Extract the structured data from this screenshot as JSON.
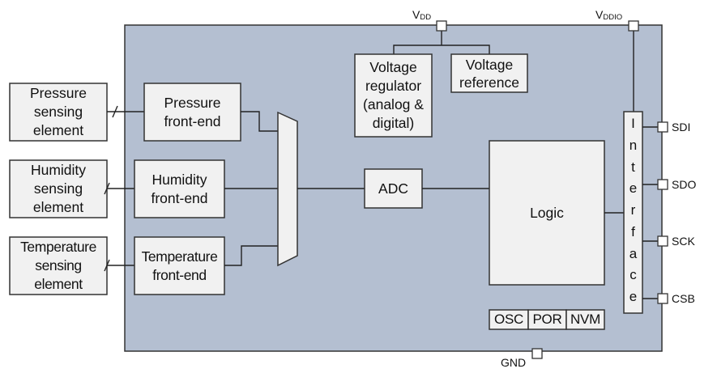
{
  "diagram": {
    "title": "",
    "colors": {
      "chip_fill": "#b4bfd1",
      "block_fill": "#f1f1f1",
      "line": "#222222",
      "pad_fill": "#ffffff"
    },
    "sensing_elements": [
      {
        "id": "pressure-sensing-element",
        "label": "Pressure\nsensing\nelement"
      },
      {
        "id": "humidity-sensing-element",
        "label": "Humidity\nsensing\nelement"
      },
      {
        "id": "temperature-sensing-element",
        "label": "Temperature\nsensing\nelement"
      }
    ],
    "front_ends": [
      {
        "id": "pressure-front-end",
        "label": "Pressure\nfront-end"
      },
      {
        "id": "humidity-front-end",
        "label": "Humidity\nfront-end"
      },
      {
        "id": "temperature-front-end",
        "label": "Temperature\nfront-end"
      }
    ],
    "multiplexer": {
      "id": "multiplexer",
      "label": ""
    },
    "adc": {
      "label": "ADC"
    },
    "logic": {
      "label": "Logic"
    },
    "voltage_regulator": {
      "label": "Voltage\nregulator\n(analog &\ndigital)"
    },
    "voltage_reference": {
      "label": "Voltage\nreference"
    },
    "interface": {
      "label": "Interface",
      "letters": [
        "I",
        "n",
        "t",
        "e",
        "r",
        "f",
        "a",
        "c",
        "e"
      ]
    },
    "misc_blocks": [
      {
        "id": "osc",
        "label": "OSC"
      },
      {
        "id": "por",
        "label": "POR"
      },
      {
        "id": "nvm",
        "label": "NVM"
      }
    ],
    "pins": {
      "vdd": {
        "base": "V",
        "sub": "DD"
      },
      "vddio": {
        "base": "V",
        "sub": "DDIO"
      },
      "gnd": {
        "label": "GND"
      },
      "io": [
        {
          "id": "sdi",
          "label": "SDI"
        },
        {
          "id": "sdo",
          "label": "SDO"
        },
        {
          "id": "sck",
          "label": "SCK"
        },
        {
          "id": "csb",
          "label": "CSB"
        }
      ]
    },
    "connections": [
      {
        "from": "pressure-sensing-element",
        "to": "pressure-front-end",
        "bus": true
      },
      {
        "from": "humidity-sensing-element",
        "to": "humidity-front-end",
        "bus": true
      },
      {
        "from": "temperature-sensing-element",
        "to": "temperature-front-end",
        "bus": true
      },
      {
        "from": "pressure-front-end",
        "to": "multiplexer"
      },
      {
        "from": "humidity-front-end",
        "to": "multiplexer"
      },
      {
        "from": "temperature-front-end",
        "to": "multiplexer"
      },
      {
        "from": "multiplexer",
        "to": "adc"
      },
      {
        "from": "adc",
        "to": "logic"
      },
      {
        "from": "logic",
        "to": "interface"
      },
      {
        "from": "vdd",
        "to": "voltage-regulator"
      },
      {
        "from": "vdd",
        "to": "voltage-reference"
      },
      {
        "from": "vddio",
        "to": "interface"
      },
      {
        "from": "interface",
        "to": "sdi"
      },
      {
        "from": "interface",
        "to": "sdo"
      },
      {
        "from": "interface",
        "to": "sck"
      },
      {
        "from": "interface",
        "to": "csb"
      }
    ]
  }
}
